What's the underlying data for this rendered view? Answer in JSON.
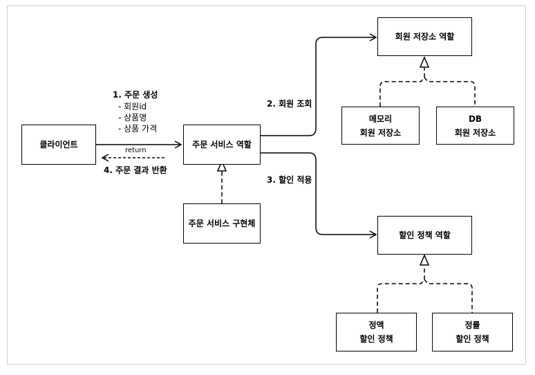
{
  "nodes": {
    "client": "클라이언트",
    "order_service_role": "주문 서비스 역할",
    "order_service_impl": "주문 서비스 구현체",
    "member_repo_role": "회원 저장소 역할",
    "memory_repo": [
      "메모리",
      "회원 저장소"
    ],
    "db_repo": [
      "DB",
      "회원 저장소"
    ],
    "discount_policy_role": "할인 정책 역할",
    "fixed_discount": [
      "정액",
      "할인 정책"
    ],
    "rate_discount": [
      "정률",
      "할인 정책"
    ]
  },
  "edges": {
    "create_order": "1. 주문 생성",
    "create_order_params": [
      "- 회원id",
      "- 상품명",
      "- 상품 가격"
    ],
    "return": "return",
    "order_result": "4. 주문 결과 반환",
    "member_lookup": "2. 회원 조회",
    "apply_discount": "3. 할인 적용"
  }
}
